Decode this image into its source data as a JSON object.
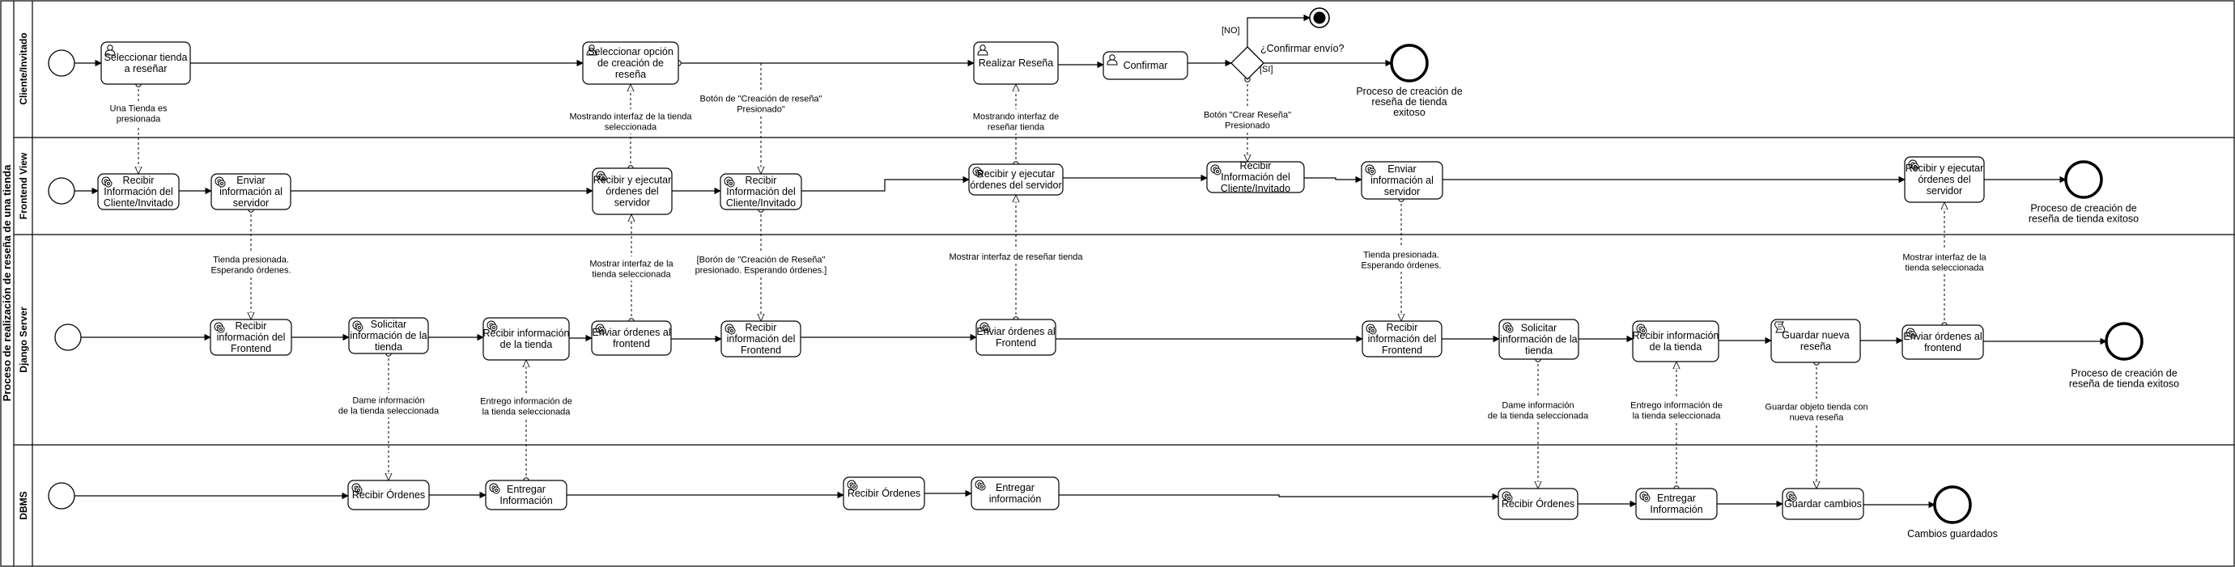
{
  "pool": {
    "title": "Proceso de realización de reseña de una tienda"
  },
  "lanes": [
    {
      "id": "cliente",
      "title": "Cliente/Invitado"
    },
    {
      "id": "frontend",
      "title": "Frontend View"
    },
    {
      "id": "django",
      "title": "Django Server"
    },
    {
      "id": "dbms",
      "title": "DBMS"
    }
  ],
  "tasks": [
    {
      "id": "c1",
      "icon": "user",
      "lines": [
        "Seleccionar tienda",
        "a reseñar"
      ]
    },
    {
      "id": "c2",
      "icon": "user",
      "lines": [
        "Seleccionar opción",
        "de creación de",
        "reseña"
      ]
    },
    {
      "id": "c3",
      "icon": "user",
      "lines": [
        "Realizar Reseña"
      ]
    },
    {
      "id": "c4",
      "icon": "user",
      "lines": [
        "Confirmar"
      ]
    },
    {
      "id": "f1",
      "icon": "service",
      "lines": [
        "Recibir",
        "Información del",
        "Cliente/Invitado"
      ]
    },
    {
      "id": "f2",
      "icon": "service",
      "lines": [
        "Enviar",
        "información al",
        "servidor"
      ]
    },
    {
      "id": "f3",
      "icon": "service",
      "lines": [
        "Recibir y ejecutar",
        "órdenes del",
        "servidor"
      ]
    },
    {
      "id": "f4",
      "icon": "service",
      "lines": [
        "Recibir",
        "Información del",
        "Cliente/Invitado"
      ]
    },
    {
      "id": "f5",
      "icon": "service",
      "lines": [
        "Recibir y ejecutar",
        "órdenes del servidor"
      ]
    },
    {
      "id": "f6",
      "icon": "service",
      "lines": [
        "Recibir",
        "Información del",
        "Cliente/Invitado"
      ]
    },
    {
      "id": "f7",
      "icon": "service",
      "lines": [
        "Enviar",
        "información al",
        "servidor"
      ]
    },
    {
      "id": "f8",
      "icon": "service",
      "lines": [
        "Recibir y ejecutar",
        "órdenes del",
        "servidor"
      ]
    },
    {
      "id": "d1",
      "icon": "service",
      "lines": [
        "Recibir",
        "información del",
        "Frontend"
      ]
    },
    {
      "id": "d2",
      "icon": "service",
      "lines": [
        "Solicitar",
        "información de la",
        "tienda"
      ]
    },
    {
      "id": "d3",
      "icon": "service",
      "lines": [
        "Recibir información",
        "de la tienda"
      ]
    },
    {
      "id": "d4",
      "icon": "service",
      "lines": [
        "Enviar órdenes al",
        "frontend"
      ]
    },
    {
      "id": "d5",
      "icon": "service",
      "lines": [
        "Recibir",
        "información del",
        "Frontend"
      ]
    },
    {
      "id": "d6",
      "icon": "service",
      "lines": [
        "Enviar órdenes al",
        "Frontend"
      ]
    },
    {
      "id": "d7",
      "icon": "service",
      "lines": [
        "Recibir",
        "información del",
        "Frontend"
      ]
    },
    {
      "id": "d8",
      "icon": "service",
      "lines": [
        "Solicitar",
        "información de la",
        "tienda"
      ]
    },
    {
      "id": "d9",
      "icon": "service",
      "lines": [
        "Recibir información",
        "de la tienda"
      ]
    },
    {
      "id": "d10",
      "icon": "script",
      "lines": [
        "Guardar nueva",
        "reseña"
      ]
    },
    {
      "id": "d11",
      "icon": "service",
      "lines": [
        "Enviar órdenes al",
        "frontend"
      ]
    },
    {
      "id": "b1",
      "icon": "service",
      "lines": [
        "Recibir Órdenes"
      ]
    },
    {
      "id": "b2",
      "icon": "service",
      "lines": [
        "Entregar",
        "Información"
      ]
    },
    {
      "id": "b3",
      "icon": "service",
      "lines": [
        "Recibir Órdenes"
      ]
    },
    {
      "id": "b4",
      "icon": "service",
      "lines": [
        "Entregar",
        "información"
      ]
    },
    {
      "id": "b5",
      "icon": "service",
      "lines": [
        "Recibir Órdenes"
      ]
    },
    {
      "id": "b6",
      "icon": "service",
      "lines": [
        "Entregar",
        "Información"
      ]
    },
    {
      "id": "b7",
      "icon": "service",
      "lines": [
        "Guardar cambios"
      ]
    }
  ],
  "gateway": {
    "question": "¿Confirmar envío?",
    "no_label": "[NO]",
    "si_label": "[SI]"
  },
  "end_labels": [
    {
      "id": "e_cliente",
      "lines": [
        "Proceso de creación de",
        "reseña de tienda",
        "exitoso"
      ]
    },
    {
      "id": "e_frontend",
      "lines": [
        "Proceso de creación de",
        "reseña de tienda exitoso"
      ]
    },
    {
      "id": "e_django",
      "lines": [
        "Proceso de creación de",
        "reseña de tienda exitoso"
      ]
    },
    {
      "id": "e_dbms",
      "lines": [
        "Cambios guardados"
      ]
    }
  ],
  "message_labels": [
    {
      "id": "m1",
      "lines": [
        "Una Tienda es",
        "presionada"
      ]
    },
    {
      "id": "m2",
      "lines": [
        "Mostrando interfaz de la tienda",
        "seleccionada"
      ]
    },
    {
      "id": "m3",
      "lines": [
        "Botón de \"Creación de reseña\"",
        "Presionado\""
      ]
    },
    {
      "id": "m4",
      "lines": [
        "Mostrando interfaz de",
        "reseñar tienda"
      ]
    },
    {
      "id": "m5",
      "lines": [
        "Botón \"Crear Reseña\"",
        "Presionado"
      ]
    },
    {
      "id": "m6",
      "lines": [
        "Tienda presionada.",
        "Esperando órdenes."
      ]
    },
    {
      "id": "m7",
      "lines": [
        "Mostrar interfaz de la",
        "tienda seleccionada"
      ]
    },
    {
      "id": "m8",
      "lines": [
        "[Borón de \"Creación de Reseña\"",
        "presionado. Esperando órdenes.]"
      ]
    },
    {
      "id": "m9",
      "lines": [
        "Mostrar interfaz de reseñar tienda"
      ]
    },
    {
      "id": "m10",
      "lines": [
        "Tienda presionada.",
        "Esperando órdenes."
      ]
    },
    {
      "id": "m11",
      "lines": [
        "Mostrar interfaz de la",
        "tienda seleccionada"
      ]
    },
    {
      "id": "m12",
      "lines": [
        "Dame información",
        "de la tienda seleccionada"
      ]
    },
    {
      "id": "m13",
      "lines": [
        "Entrego información de",
        "la tienda seleccionada"
      ]
    },
    {
      "id": "m14",
      "lines": [
        "Dame información",
        "de la tienda seleccionada"
      ]
    },
    {
      "id": "m15",
      "lines": [
        "Entrego información de",
        "la tienda seleccionada"
      ]
    },
    {
      "id": "m16",
      "lines": [
        "Guardar objeto tienda con",
        "nueva reseña"
      ]
    }
  ]
}
